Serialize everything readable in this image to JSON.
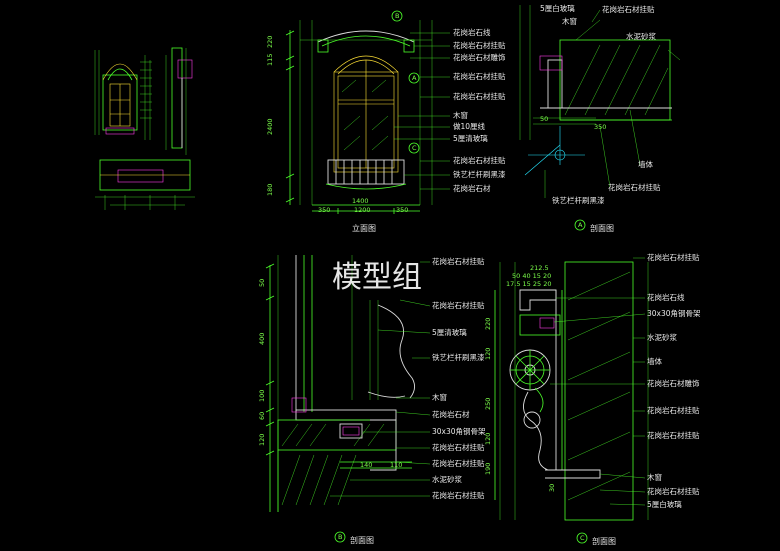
{
  "watermark": "模型组",
  "elevation": {
    "title": "立面图",
    "dims_left": [
      "220",
      "115",
      "2400",
      "180"
    ],
    "dims_bottom_total": "1400",
    "dims_bottom": [
      "350",
      "1200",
      "350"
    ],
    "markers": [
      "B",
      "A",
      "C"
    ],
    "labels": [
      "花岗岩石线",
      "花岗岩石材挂贴",
      "花岗岩石材雕饰",
      "花岗岩石材挂贴",
      "花岗岩石材挂贴",
      "木窗",
      "做10厘线",
      "5厘清玻璃",
      "花岗岩石材挂贴",
      "铁艺栏杆刷黑漆",
      "花岗岩石材"
    ]
  },
  "section_a": {
    "title": "剖面图",
    "marker": "A",
    "labels_top": [
      "5厘白玻璃",
      "木窗"
    ],
    "labels": [
      "花岗岩石材挂贴",
      "水泥砂浆",
      "墙体",
      "花岗岩石材挂贴",
      "铁艺栏杆刷黑漆"
    ],
    "dims": [
      "50",
      "350"
    ]
  },
  "section_b": {
    "title": "剖面图",
    "marker": "B",
    "labels": [
      "花岗岩石材挂贴",
      "花岗岩石材挂贴",
      "5厘清玻璃",
      "铁艺栏杆刷黑漆",
      "木窗",
      "花岗岩石材",
      "30x30角钢骨架",
      "花岗岩石材挂贴",
      "花岗岩石材挂贴",
      "水泥砂浆",
      "花岗岩石材挂贴"
    ],
    "dims_left": [
      "50",
      "400",
      "100",
      "60",
      "120"
    ],
    "dims_bottom": [
      "140",
      "110"
    ]
  },
  "section_c": {
    "title": "剖面图",
    "marker": "C",
    "dims_top": [
      "212.5",
      "50 40 15 20",
      "17.5 15 25 20"
    ],
    "labels": [
      "花岗岩石材挂贴",
      "花岗岩石线",
      "30x30角钢骨架",
      "水泥砂浆",
      "墙体",
      "花岗岩石材雕饰",
      "花岗岩石材挂贴",
      "花岗岩石材挂贴",
      "木窗",
      "花岗岩石材挂贴",
      "5厘白玻璃"
    ],
    "dims_right": [
      "220",
      "120",
      "250",
      "120",
      "190",
      "30"
    ]
  }
}
